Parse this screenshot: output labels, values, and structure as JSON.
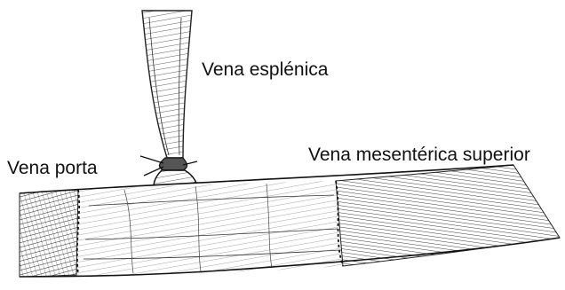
{
  "labels": {
    "splenic_vein": "Vena esplénica",
    "superior_mesenteric_vein": "Vena mesentérica superior",
    "portal_vein": "Vena porta"
  },
  "colors": {
    "ink": "#1a1a1a",
    "background": "#ffffff"
  }
}
